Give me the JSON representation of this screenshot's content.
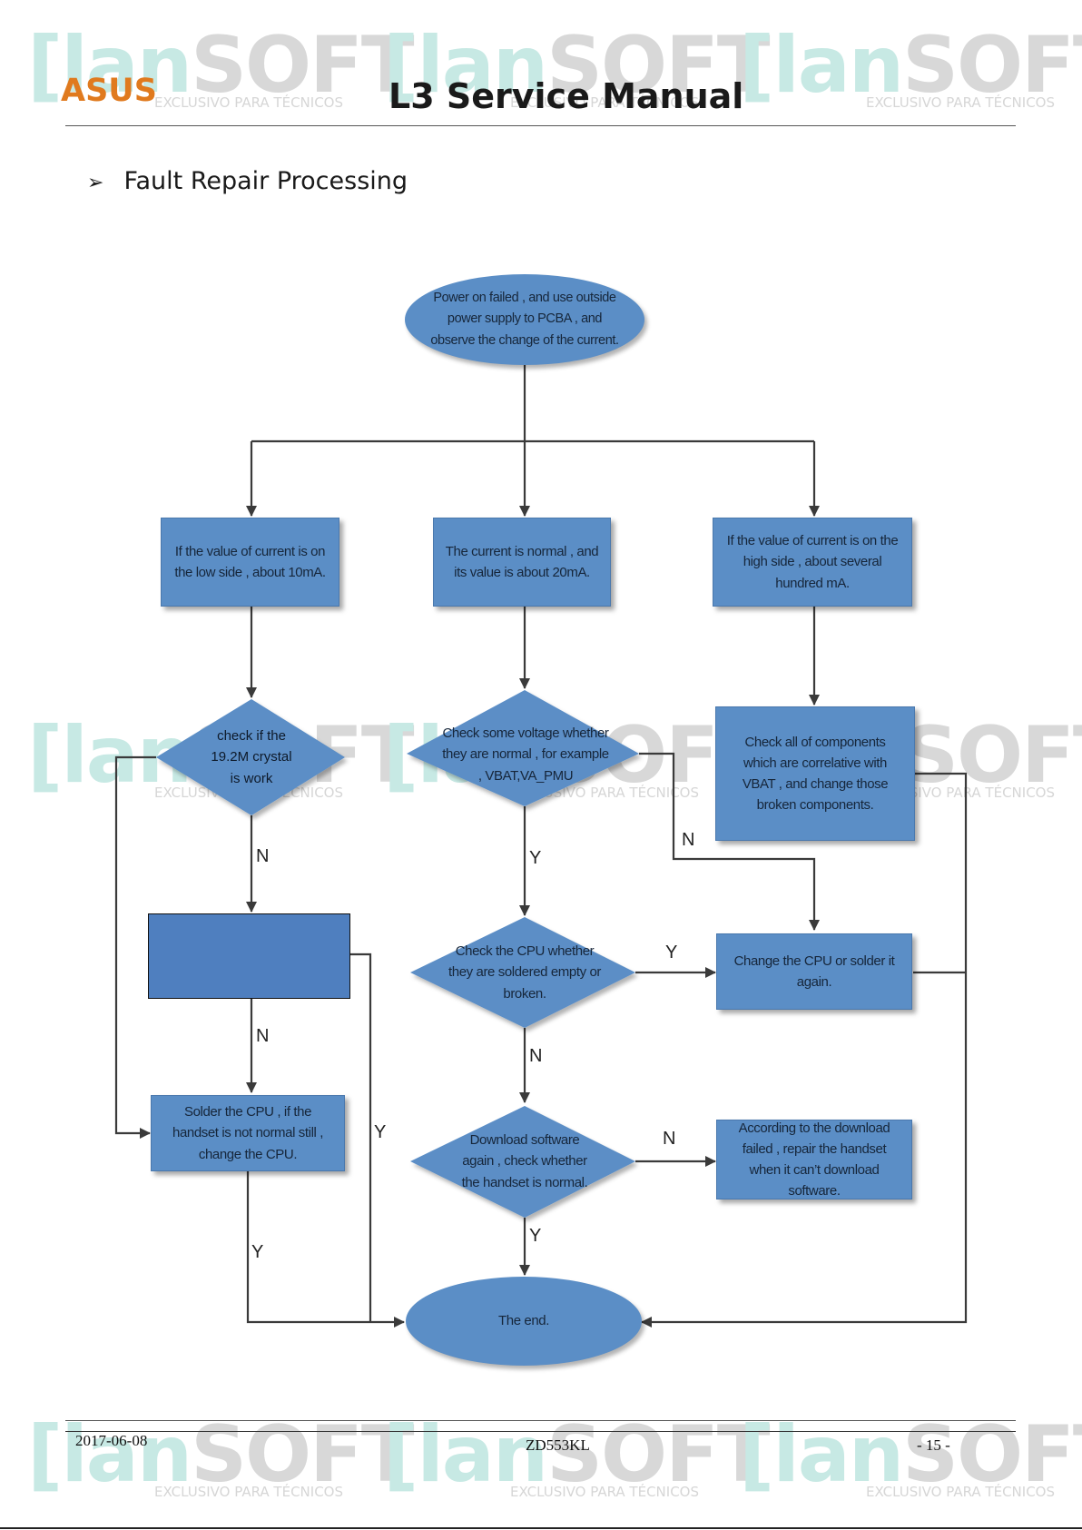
{
  "watermark": {
    "word_a": "lan",
    "word_b": "SOFT",
    "subtitle": "EXCLUSIVO PARA TÉCNICOS"
  },
  "header": {
    "brand": "ASUS",
    "title": "L3 Service Manual"
  },
  "section": {
    "bullet": "➢",
    "heading": "Fault Repair  Processing"
  },
  "flow": {
    "start": "Power on failed , and use outside power supply to PCBA , and observe the change of the current.",
    "low": "If the value of current is on the low side , about 10mA.",
    "normal": "The current is normal , and its value is about 20mA.",
    "high": "If the value of current is on the high side , about several hundred mA.",
    "crystal": "check if the 19.2M crystal is work",
    "voltage": "Check some voltage whether they are normal , for example , VBAT,VA_PMU",
    "components": "Check all of components which are correlative with VBAT , and change those broken components.",
    "blank_box": "",
    "cpu_check": "Check the CPU whether they are soldered empty or broken.",
    "change_cpu": "Change the CPU or solder it again.",
    "solder": "Solder the CPU , if the handset is not normal still , change the CPU.",
    "download": "Download software again , check whether the handset is normal.",
    "download_failed": "According to the download failed , repair the handset when it can’t download software.",
    "end": "The end.",
    "labels": {
      "crystal_n": "N",
      "blank_n": "N",
      "blank_y": "Y",
      "solder_y": "Y",
      "voltage_y": "Y",
      "voltage_n": "N",
      "cpu_y": "Y",
      "cpu_n": "N",
      "download_n": "N",
      "download_y": "Y"
    }
  },
  "footer": {
    "date": "2017-06-08",
    "model": "ZD553KL",
    "page": "- 15 -"
  },
  "colors": {
    "node_fill": "#5b8ec6",
    "blank_fill": "#4f7fbf",
    "brand": "#e07a1e",
    "line": "#3a3a3a"
  }
}
